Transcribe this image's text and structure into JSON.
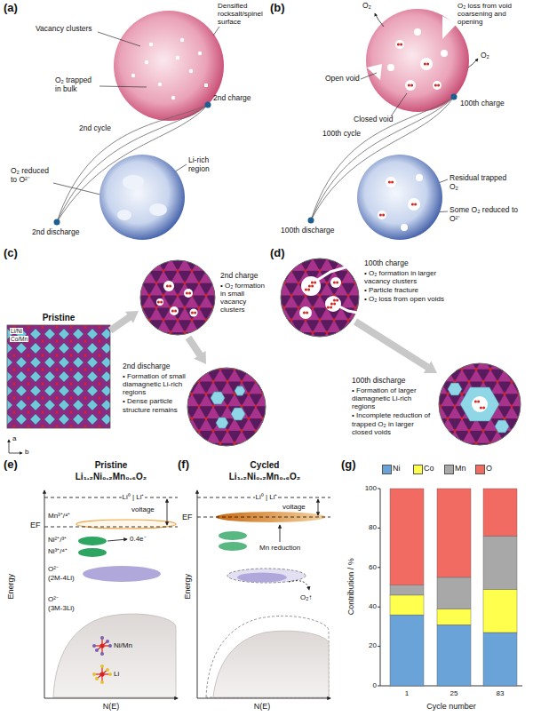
{
  "diagram": {
    "labels": [
      "(a)",
      "Densified rocksalt/spinel surface",
      "Vacancy clusters",
      "O₂ trapped in bulk",
      "2nd charge",
      "2nd cycle",
      "Li-rich region",
      "O₂ reduced to O²⁻",
      "2nd discharge",
      "(b)",
      "O₂",
      "O₂ loss from void coarsening and opening",
      "Open void",
      "Closed void",
      "O₂",
      "100th charge",
      "100th cycle",
      "100th discharge",
      "Some O₂ reduced to O²⁻",
      "Residual trapped O₂",
      "(c)",
      "Pristine",
      "Li/Ni",
      "Co/Mn",
      "a",
      "b",
      "2nd charge",
      "• O₂ formation in small vacancy clusters",
      "2nd discharge",
      "• Formation of small diamagnetic Li-rich regions",
      "• Dense particle structure remains",
      "(d)",
      "100th charge",
      "• O₂ formation in larger vacancy clusters",
      "• Particle fracture",
      "• O₂ loss from open voids",
      "100th discharge",
      "• Formation of larger diamagnetic Li-rich regions",
      "• Incomplete reduction of trapped O₂ in larger closed voids",
      "(e)",
      "Pristine",
      "Li₁.₂Ni₀.₂Mn₀.₆O₂",
      "Li⁰ | Li⁺",
      "voltage",
      "EF",
      "Mn³⁺/⁴⁺",
      "Ni²⁺/³⁺",
      "Ni³⁺/⁴⁺",
      "0.4e⁻",
      "O²⁻",
      "(2M-4Li)",
      "O²⁻",
      "(3M-3Li)",
      "Ni/Mn",
      "Li",
      "Energy",
      "N(E)",
      "(f)",
      "Cycled",
      "Li₁.₂Ni₀.₂Mn₀.₆O₂",
      "Li⁰ | Li⁺",
      "voltage",
      "EF",
      "Mn reduction",
      "O₂↑",
      "Energy",
      "N(E)",
      "(g)",
      "Contribution / %",
      "0",
      "20",
      "40",
      "60",
      "80",
      "100",
      "1",
      "25",
      "83",
      "Cycle number"
    ],
    "legend": [
      {
        "text": "Ni",
        "color": "#6aa3d8"
      },
      {
        "text": "Co",
        "color": "#ffff4d"
      },
      {
        "text": "Mn",
        "color": "#a8a8a8"
      },
      {
        "text": "O",
        "color": "#f26b63"
      }
    ]
  }
}
